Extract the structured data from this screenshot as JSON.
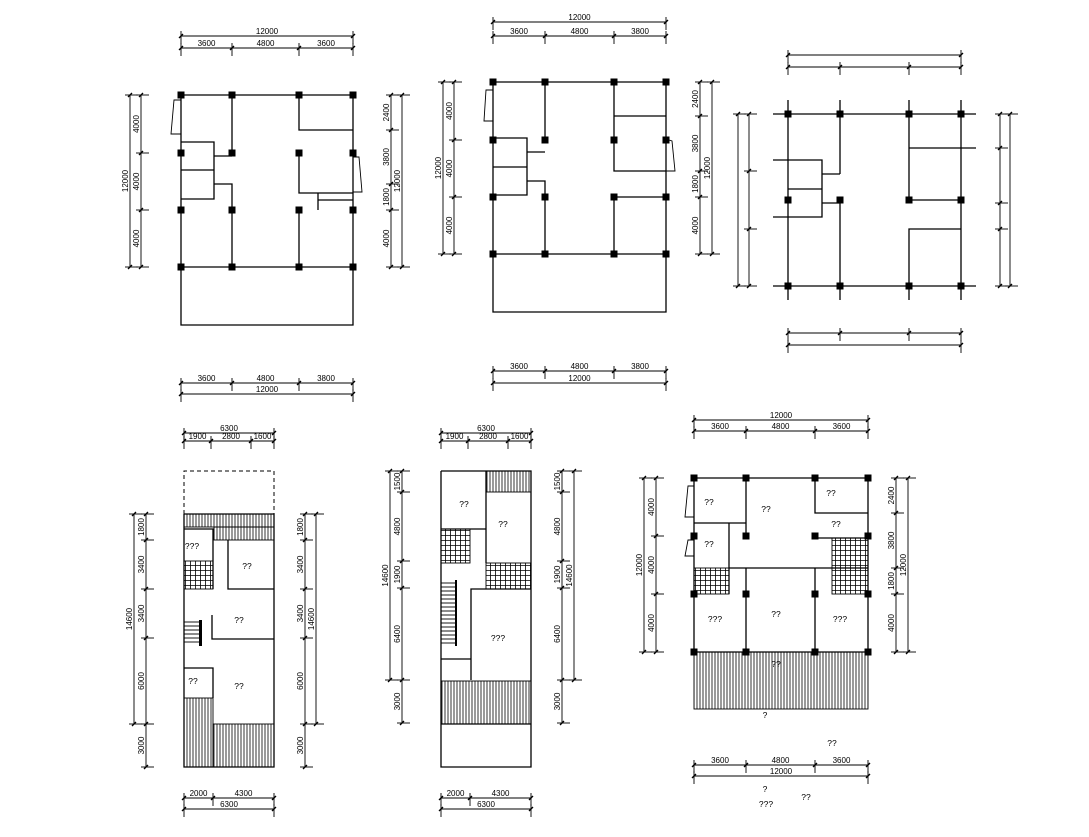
{
  "colors": {
    "line": "#000000",
    "background": "#ffffff"
  },
  "plans": [
    {
      "top_total": "12000",
      "top_segments": [
        "3600",
        "4800",
        "3600"
      ],
      "bottom_segments": [
        "3600",
        "4800",
        "3800"
      ],
      "bottom_total": "12000",
      "left_total": "12000",
      "left_segments": [
        "4000",
        "4000",
        "4000"
      ],
      "right_segments": [
        "2400",
        "3800",
        "1800",
        "4000"
      ],
      "right_total": "12000",
      "room_labels": []
    },
    {
      "top_total": "12000",
      "top_segments": [
        "3600",
        "4800",
        "3800"
      ],
      "bottom_segments": [
        "3600",
        "4800",
        "3800"
      ],
      "bottom_total": "12000",
      "left_total": "12000",
      "left_segments": [
        "4000",
        "4000",
        "4000"
      ],
      "right_segments": [
        "2400",
        "3800",
        "1800",
        "4000"
      ],
      "right_total": "12000",
      "room_labels": []
    },
    {
      "room_labels": []
    },
    {
      "top_total": "6300",
      "top_segments": [
        "1900",
        "2800",
        "1600"
      ],
      "bottom_segments": [
        "2000",
        "4300"
      ],
      "bottom_total": "6300",
      "left_total": "14600",
      "left_segments": [
        "1800",
        "3400",
        "3400",
        "6000",
        "3000"
      ],
      "right_segments": [
        "1800",
        "3400",
        "3400",
        "6000",
        "3000"
      ],
      "right_total": "14600",
      "room_labels": [
        "???",
        "??",
        "??",
        "??",
        "??"
      ]
    },
    {
      "top_total": "6300",
      "top_segments": [
        "1900",
        "2800",
        "1600"
      ],
      "bottom_segments": [
        "2000",
        "4300"
      ],
      "bottom_total": "6300",
      "left_total": "14600",
      "left_segments": [
        "1500",
        "4800",
        "1900",
        "6400",
        "3000"
      ],
      "right_segments": [
        "1500",
        "4800",
        "1900",
        "6400",
        "3000"
      ],
      "right_total": "14600",
      "room_labels": [
        "??",
        "??",
        "???"
      ]
    },
    {
      "top_total": "12000",
      "top_segments": [
        "3600",
        "4800",
        "3600"
      ],
      "bottom_segments": [
        "3600",
        "4800",
        "3600"
      ],
      "bottom_total": "12000",
      "left_total": "12000",
      "left_segments": [
        "4000",
        "4000",
        "4000"
      ],
      "right_segments": [
        "2400",
        "3800",
        "1800",
        "4000"
      ],
      "right_total": "12000",
      "room_labels": [
        "??",
        "??",
        "??",
        "??",
        "??",
        "???",
        "??",
        "???",
        "??",
        "?",
        "??",
        "?",
        "??",
        "???"
      ]
    }
  ]
}
